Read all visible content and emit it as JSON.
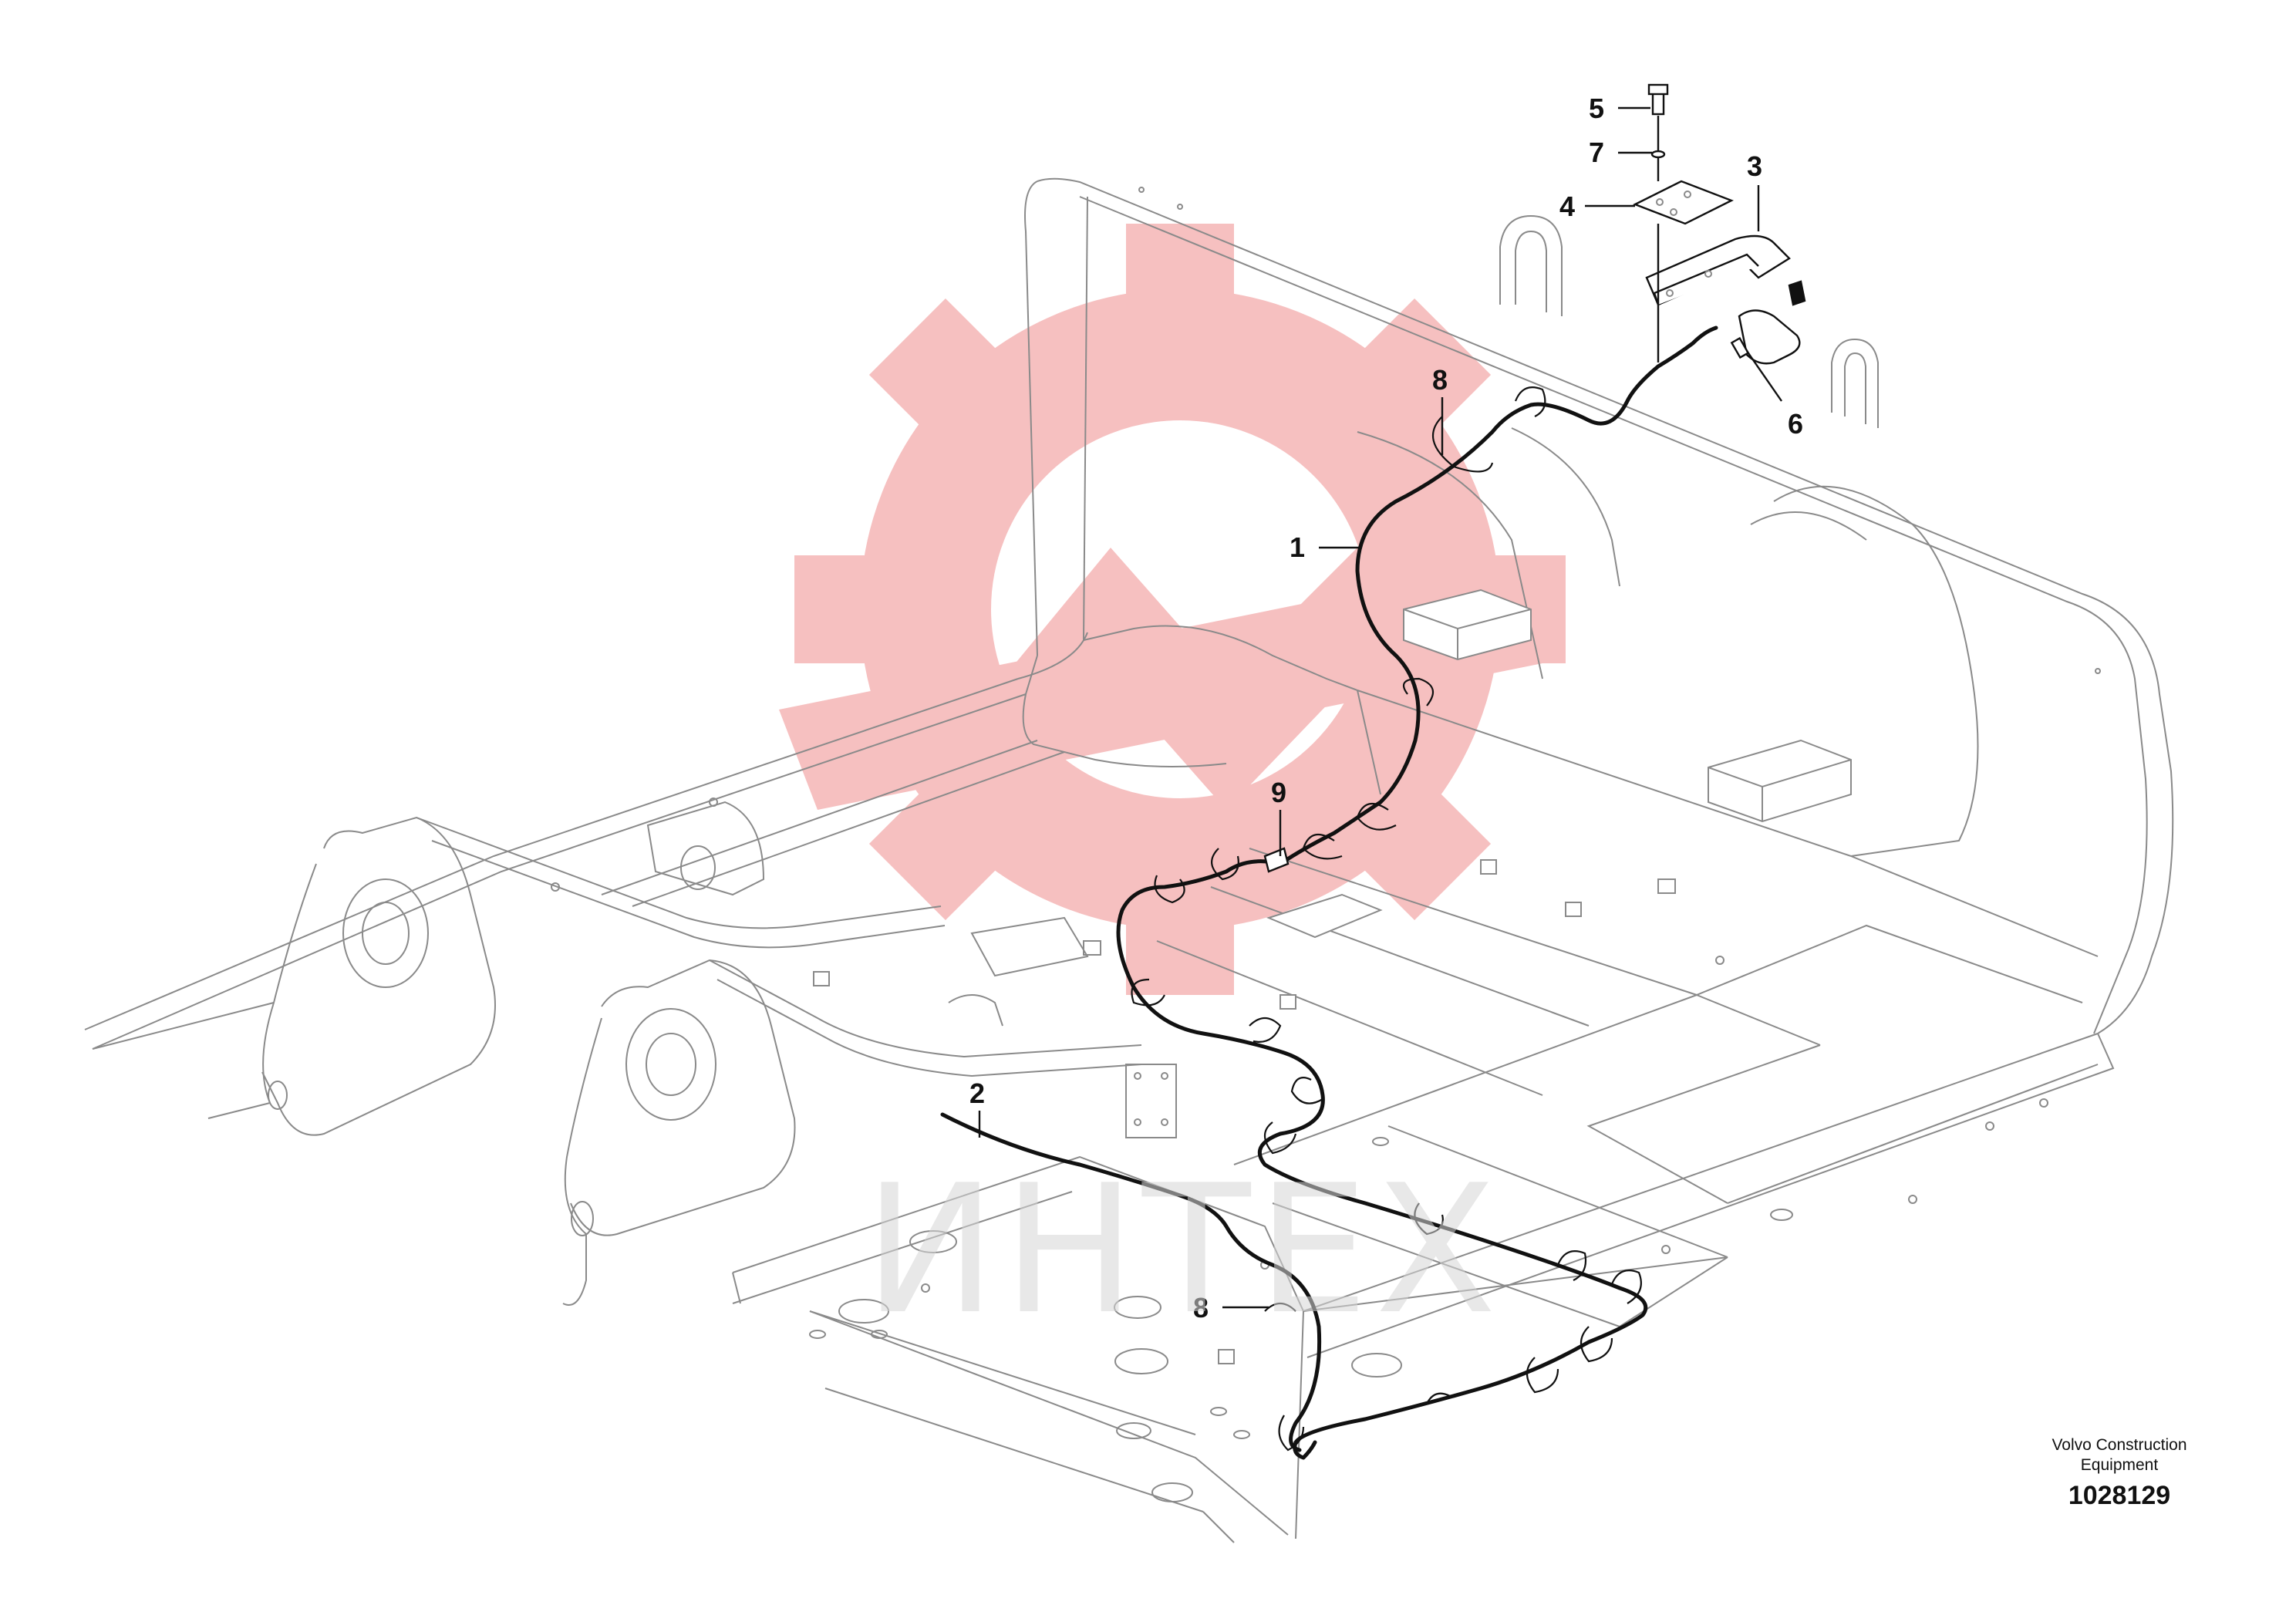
{
  "diagram": {
    "callouts": [
      {
        "id": "c5",
        "label": "5"
      },
      {
        "id": "c7",
        "label": "7"
      },
      {
        "id": "c4",
        "label": "4"
      },
      {
        "id": "c3",
        "label": "3"
      },
      {
        "id": "c6",
        "label": "6"
      },
      {
        "id": "c8a",
        "label": "8"
      },
      {
        "id": "c1",
        "label": "1"
      },
      {
        "id": "c9",
        "label": "9"
      },
      {
        "id": "c2",
        "label": "2"
      },
      {
        "id": "c8b",
        "label": "8"
      }
    ],
    "caption": {
      "line1": "Volvo Construction",
      "line2": "Equipment",
      "doc_number": "1028129"
    },
    "watermark": {
      "text": "ИНТЕХ",
      "logo": "gear-watermark",
      "color": "#f08a8a"
    }
  }
}
